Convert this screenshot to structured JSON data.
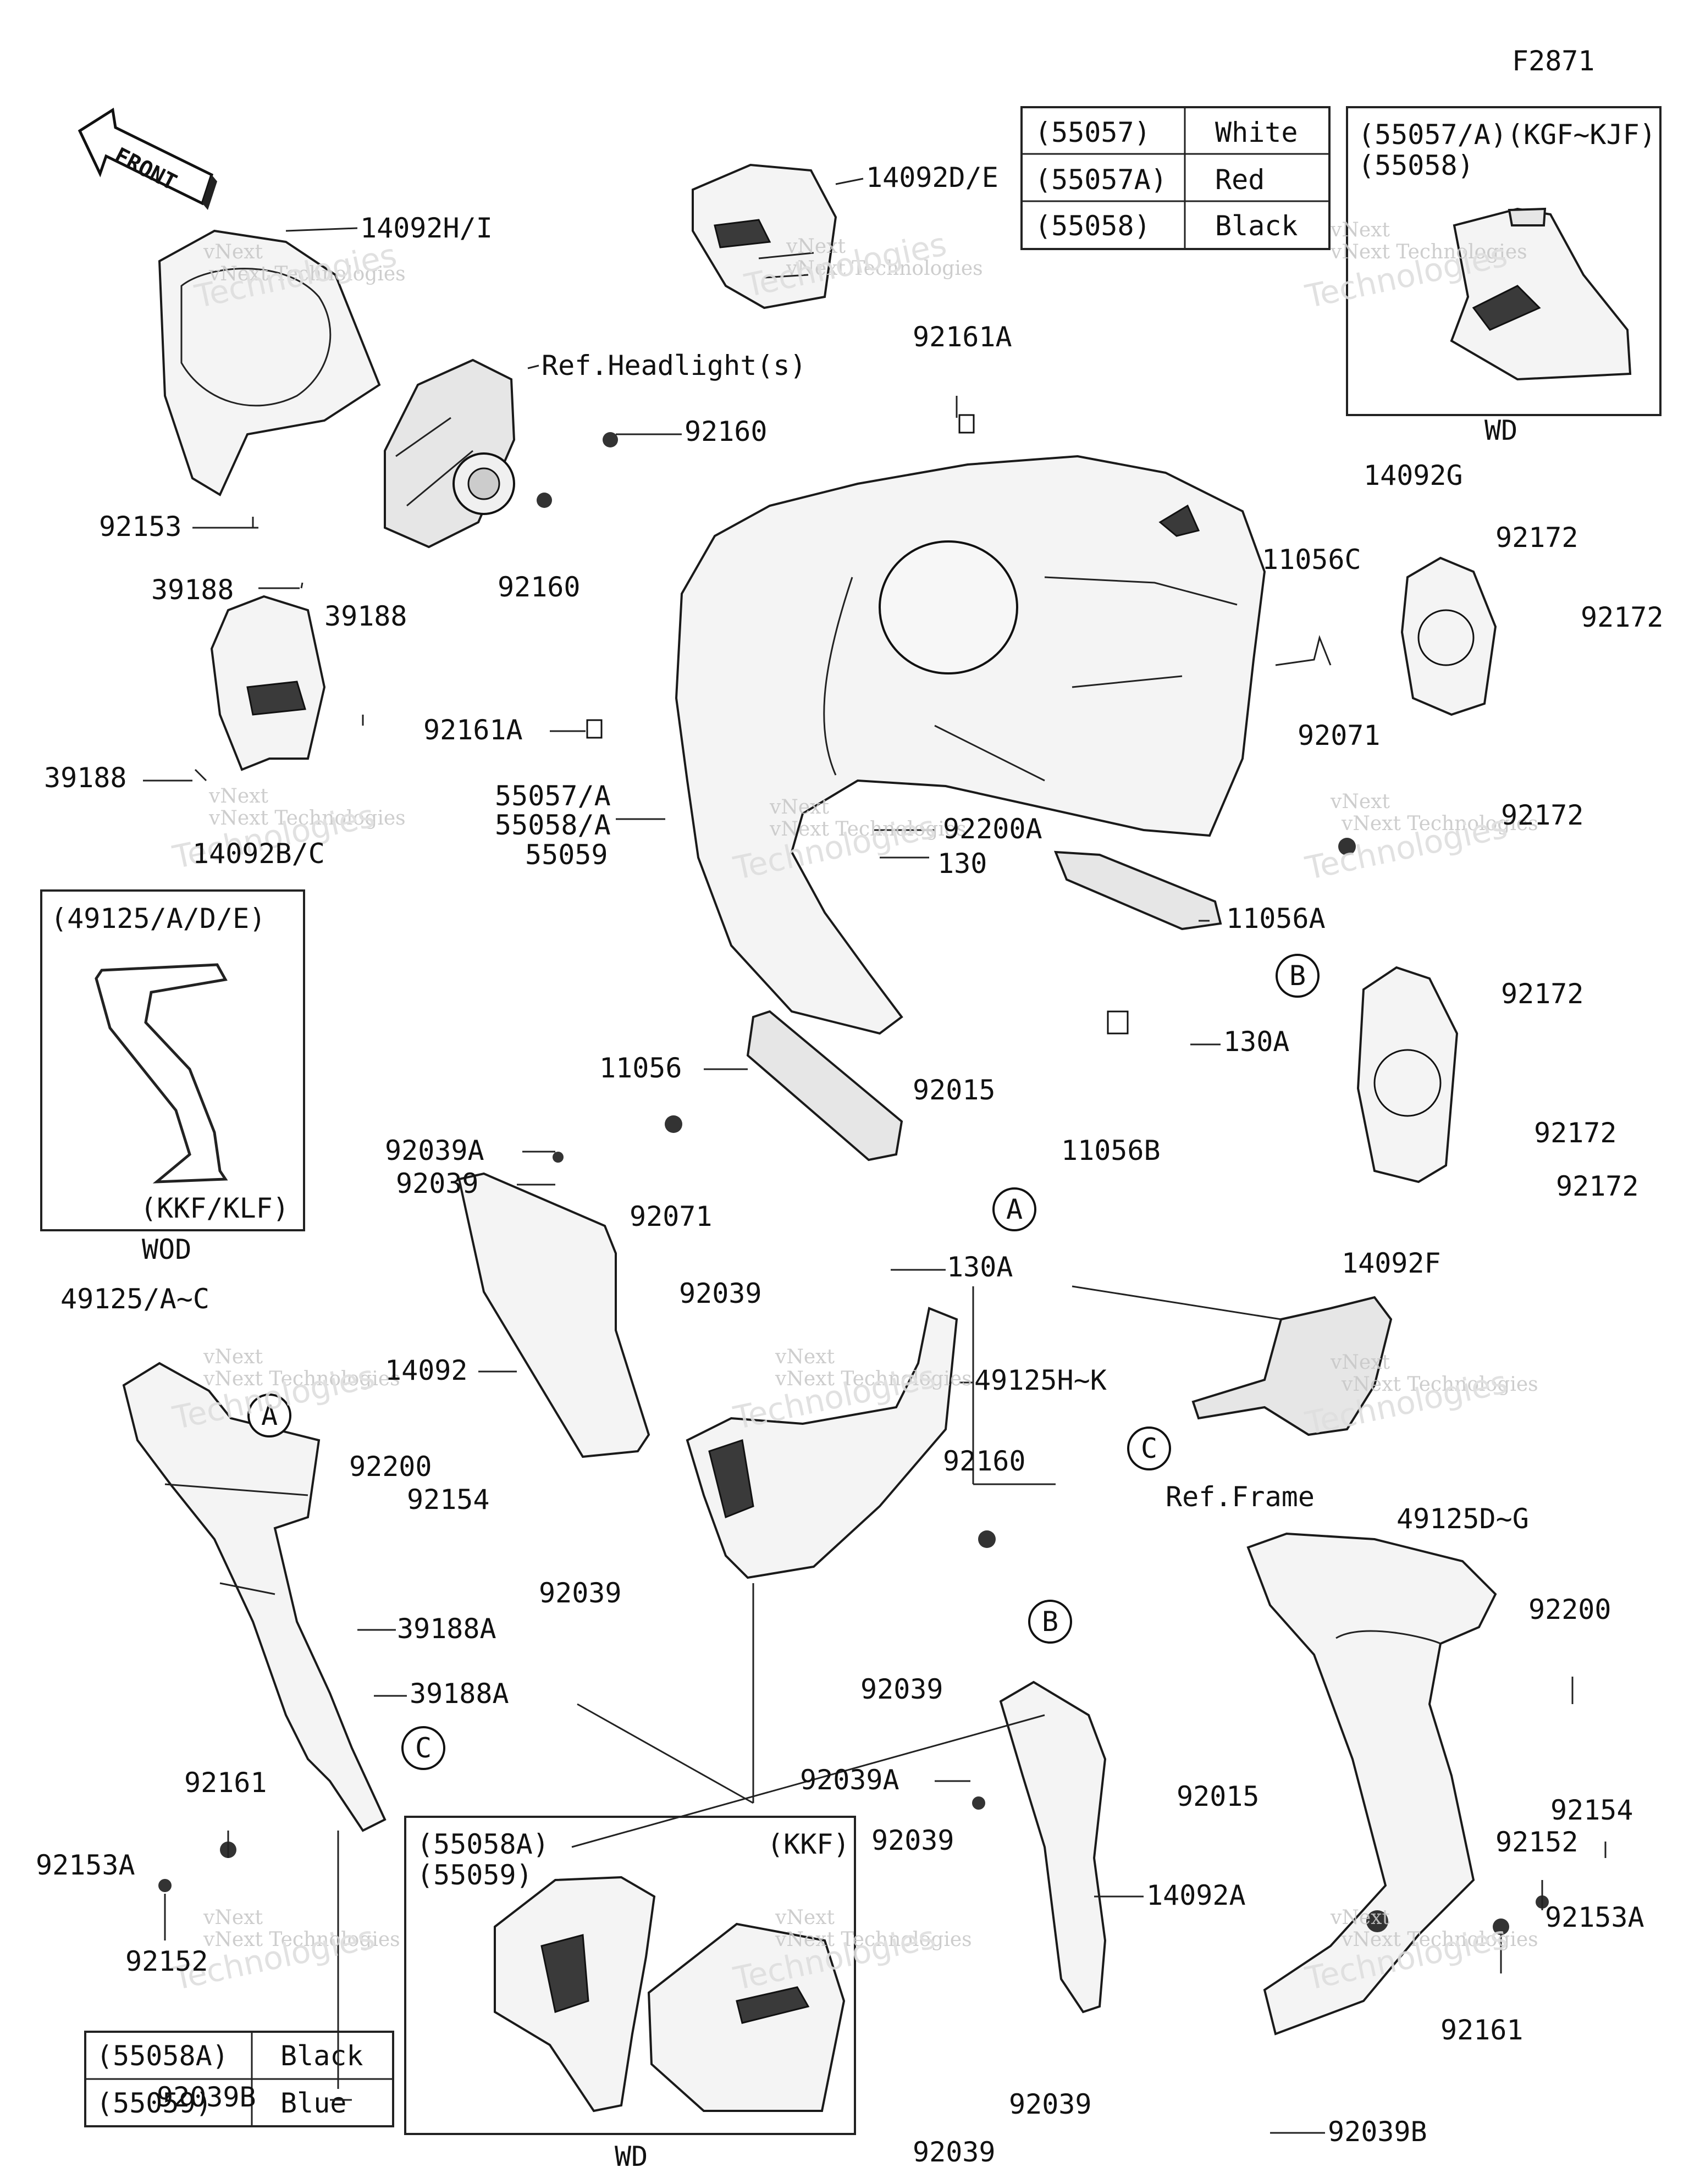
{
  "figure_id": "F2871",
  "front_arrow_label": "FRONT",
  "watermark": {
    "brand": "vNext",
    "line": "vNext Technologies",
    "big": "Technologies"
  },
  "color_table_top": {
    "rows": [
      {
        "code": "(55057)",
        "color": "White"
      },
      {
        "code": "(55057A)",
        "color": "Red"
      },
      {
        "code": "(55058)",
        "color": "Black"
      }
    ]
  },
  "color_table_bottom": {
    "rows": [
      {
        "code": "(55058A)",
        "color": "Black"
      },
      {
        "code": "(55059)",
        "color": "Blue"
      }
    ]
  },
  "inset_top_right": {
    "line1": "(55057/A)(KGF~KJF)",
    "line2": "(55058)",
    "caption": "WD"
  },
  "inset_left": {
    "line1": "(49125/A/D/E)",
    "footer": "(KKF/KLF)",
    "caption": "WOD"
  },
  "inset_bottom": {
    "line1": "(55058A)",
    "line2": "(55059)",
    "tag": "(KKF)",
    "caption": "WD"
  },
  "ref_markers": [
    "A",
    "B",
    "C"
  ],
  "labels": {
    "l_14092HI": "14092H/I",
    "l_14092DE": "14092D/E",
    "l_ref_headlight": "Ref.Headlight(s)",
    "l_92160_a": "92160",
    "l_92160_b": "92160",
    "l_92161A_top": "92161A",
    "l_92153": "92153",
    "l_39188_a": "39188",
    "l_39188_b": "39188",
    "l_39188_c": "39188",
    "l_92161A_mid": "92161A",
    "l_14092BC": "14092B/C",
    "l_55057A": "55057/A",
    "l_55058A": "55058/A",
    "l_55059": "55059",
    "l_92200A": "92200A",
    "l_130": "130",
    "l_14092G": "14092G",
    "l_92172_a": "92172",
    "l_92172_b": "92172",
    "l_92172_c": "92172",
    "l_11056C": "11056C",
    "l_92071_a": "92071",
    "l_11056A": "11056A",
    "l_130A_a": "130A",
    "l_92172_d": "92172",
    "l_92172_e": "92172",
    "l_92172_f": "92172",
    "l_11056B": "11056B",
    "l_14092F": "14092F",
    "l_11056": "11056",
    "l_92015_a": "92015",
    "l_92039A_a": "92039A",
    "l_92039_a": "92039",
    "l_92071_b": "92071",
    "l_130A_b": "130A",
    "l_92039_b": "92039",
    "l_49125AC": "49125/A~C",
    "l_14092": "14092",
    "l_49125HK": "49125H~K",
    "l_92200_a": "92200",
    "l_92154_a": "92154",
    "l_92160_c": "92160",
    "l_ref_frame": "Ref.Frame",
    "l_92039_c": "92039",
    "l_39188A_a": "39188A",
    "l_39188A_b": "39188A",
    "l_49125DG": "49125D~G",
    "l_92200_b": "92200",
    "l_92161_a": "92161",
    "l_92039_d": "92039",
    "l_92015_b": "92015",
    "l_92154_b": "92154",
    "l_92153A_a": "92153A",
    "l_92152_a": "92152",
    "l_92039B_a": "92039B",
    "l_92039A_b": "92039A",
    "l_92039_e": "92039",
    "l_14092A": "14092A",
    "l_92152_b": "92152",
    "l_92153A_b": "92153A",
    "l_92161_b": "92161",
    "l_92039B_b": "92039B",
    "l_92039_f": "92039",
    "l_92039_g": "92039"
  }
}
